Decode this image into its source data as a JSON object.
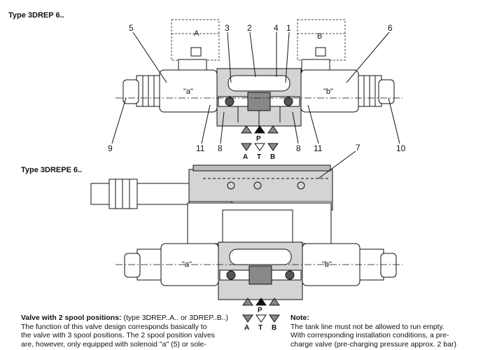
{
  "headings": {
    "type1": "Type 3DREP 6..",
    "type2": "Type 3DREPE 6.."
  },
  "diagram1": {
    "solenoid_a": "A",
    "solenoid_b": "B",
    "label_a": "\"a\"",
    "label_b": "\"b\"",
    "ports": {
      "p": "P",
      "a": "A",
      "t": "T",
      "b": "B"
    },
    "callouts": [
      "5",
      "3",
      "2",
      "4",
      "1",
      "6",
      "9",
      "11",
      "8",
      "8",
      "11",
      "10"
    ]
  },
  "diagram2": {
    "label_a": "\"a\"",
    "label_b": "\"b\"",
    "ports": {
      "p": "P",
      "a": "A",
      "t": "T",
      "b": "B"
    },
    "callouts": [
      "7"
    ]
  },
  "text_left": {
    "title": "Valve with 2 spool positions:",
    "title_rest": " (type 3DREP..A.. or 3DREP..B..)",
    "lines": [
      "The function of this valve design corresponds basically to",
      "the valve with 3 spool positions. The 2 spool position valves",
      "are, however, only equipped with solenoid \"a\" (5) or sole-"
    ]
  },
  "text_right": {
    "title": "Note:",
    "lines": [
      "The tank line must not be allowed to run empty.",
      "With corresponding installation conditions, a pre-",
      "charge valve (pre-charging pressure approx. 2 bar)"
    ]
  }
}
